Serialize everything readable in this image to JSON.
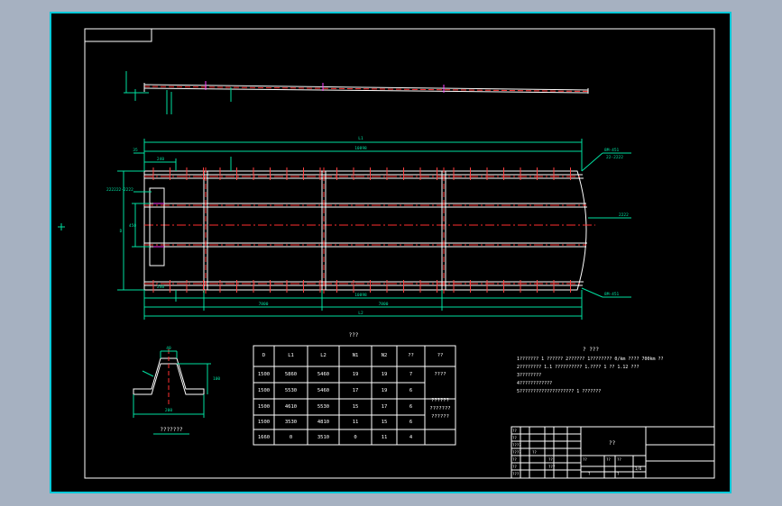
{
  "colors": {
    "app_background": "#a6b1c1",
    "drawing_background": "#000000",
    "frame": "#00c8d8",
    "border_white": "#ffffff",
    "dimension": "#00e0a0",
    "centerline": "#ff3030",
    "geometry": "#ffffff",
    "highlight": "#ff40ff",
    "hatch": "#ff0000"
  },
  "drawing": {
    "overall_dim": "L1",
    "inner_span_dim": "10898",
    "left_margin_dim": "240",
    "top_small_dim": "35",
    "bottom_segment_1": "240",
    "bottom_segment_2": "7800",
    "bottom_segment_3": "7800",
    "bottom_total": "L2",
    "left_width_dim": "D",
    "left_inner_dim": "450",
    "leader_top": "8M-451",
    "leader_top_note": "22-2222",
    "leader_mid": "2222",
    "leader_bottom": "8M-451",
    "leader_left": "222222-2222"
  },
  "section": {
    "caption": "???????",
    "width_dim": "200",
    "height_dim": "100",
    "top_dim": "40"
  },
  "table": {
    "title": "???",
    "headers": [
      "D",
      "L1",
      "L2",
      "N1",
      "N2",
      "??",
      "??"
    ],
    "rows": [
      [
        "1500",
        "5860",
        "5460",
        "19",
        "19",
        "7",
        "????"
      ],
      [
        "1500",
        "5530",
        "5460",
        "17",
        "19",
        "6",
        ""
      ],
      [
        "1500",
        "4610",
        "5530",
        "15",
        "17",
        "6",
        "??????\n???????\n??????"
      ],
      [
        "1500",
        "3530",
        "4810",
        "11",
        "15",
        "6",
        ""
      ],
      [
        "1660",
        "0",
        "3510",
        "0",
        "11",
        "4",
        ""
      ]
    ]
  },
  "notes": {
    "title": "? ???",
    "lines": [
      "1??????? 1 ?????? 2?????? 1???????? 0/km ???? 700km ??",
      "2???????? 1.1 ?????????? 1.???? 1 ?? 1.12 ???",
      "3????????",
      "4????????????",
      "5???????????????????? 1 ???????"
    ]
  },
  "title_block": {
    "title_cell": "??",
    "small_cells": [
      "??",
      "??",
      "????",
      "????",
      "??",
      "??",
      "???",
      "??",
      "??",
      "???",
      "??",
      "??",
      "??",
      "?",
      "?",
      "1/6"
    ]
  }
}
